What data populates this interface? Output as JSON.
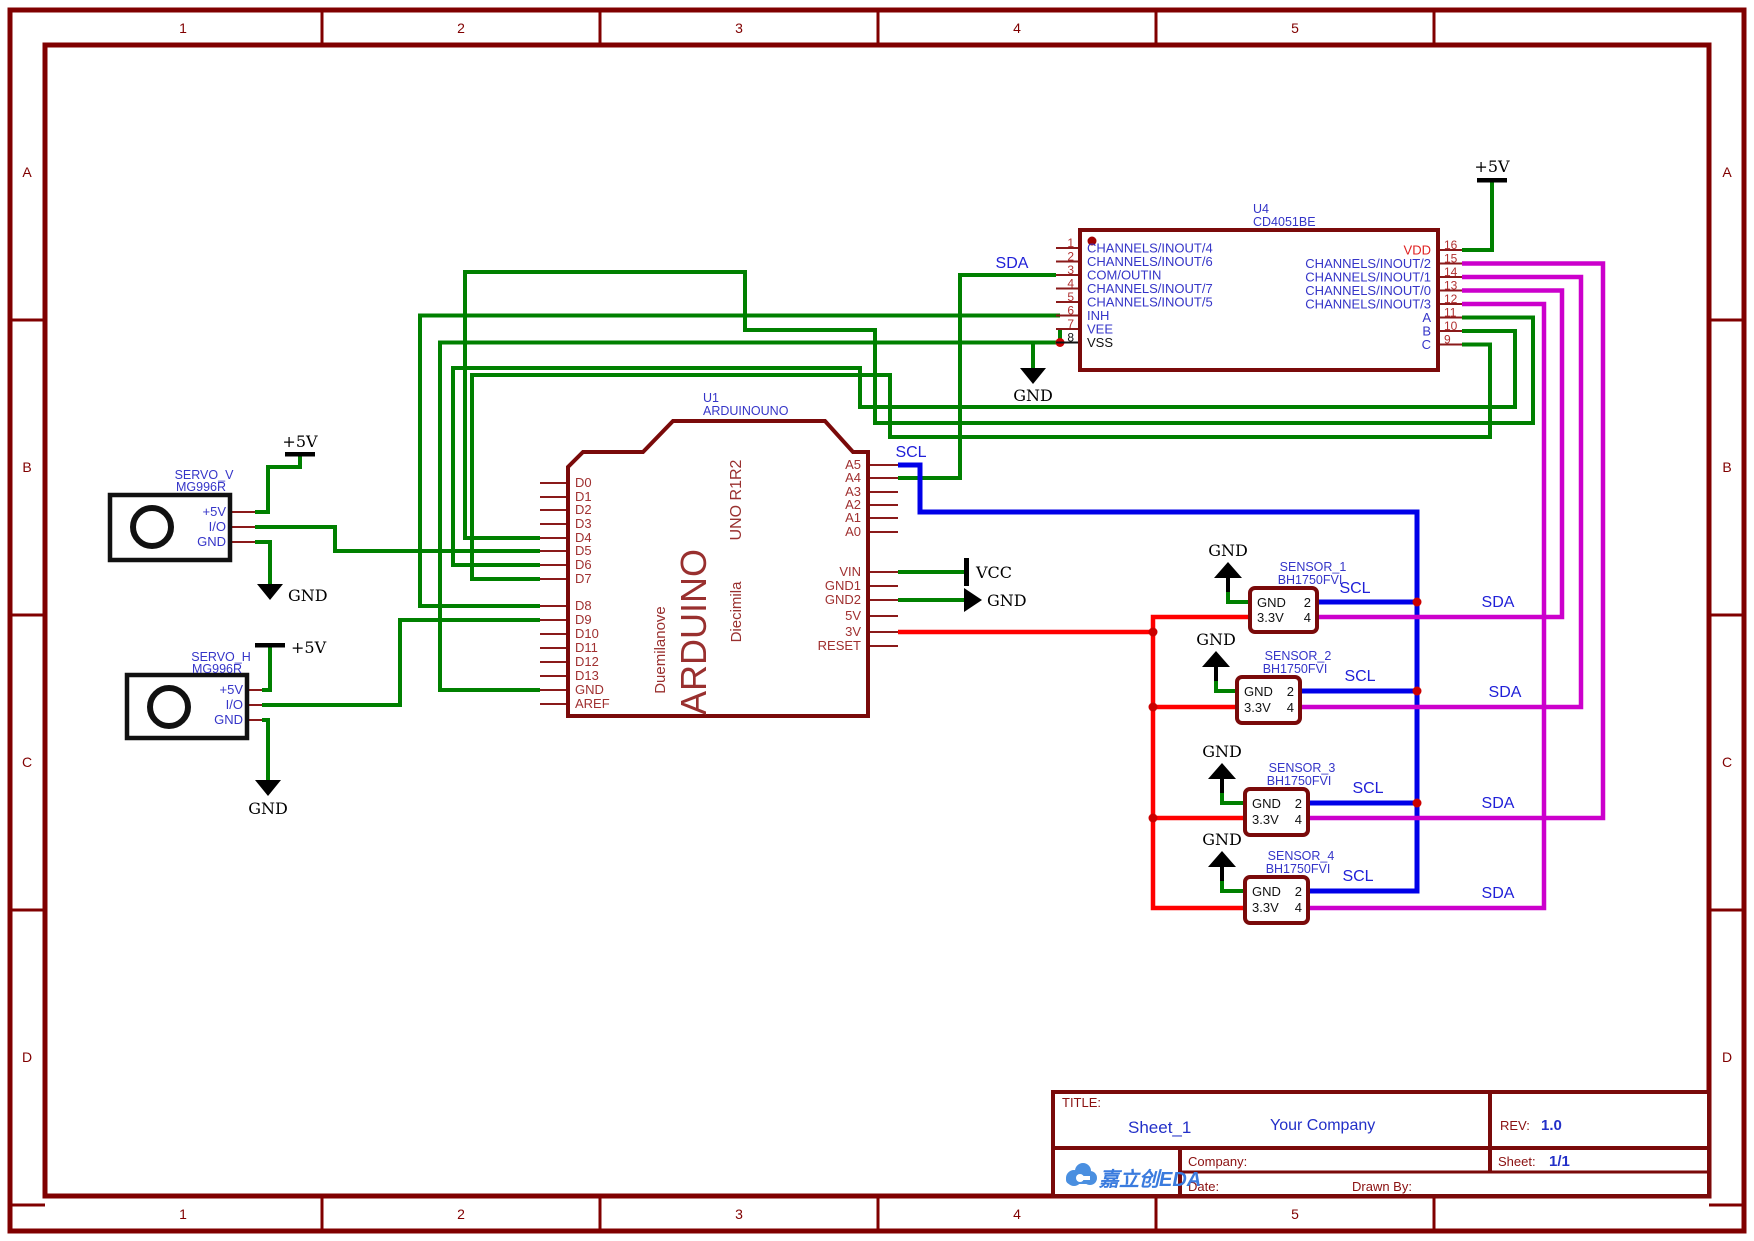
{
  "colors": {
    "frame": "#800000",
    "component_outline": "#7a0a0a",
    "label_blue": "#3535c8",
    "pin_text": "#a03030",
    "wire_green": "#008000",
    "wire_blue": "#0000e8",
    "wire_magenta": "#cc00cc",
    "wire_red": "#ff0000",
    "junction": "#cc0000"
  },
  "sheet": {
    "zone_cols": [
      "1",
      "2",
      "3",
      "4",
      "5"
    ],
    "zone_rows": [
      "A",
      "B",
      "C",
      "D"
    ]
  },
  "u1": {
    "ref": "U1",
    "value": "ARDUINOUNO",
    "brand": "ARDUINO",
    "model_top": "UNO R1R2",
    "model_mid": "Diecimila",
    "model_bottom": "Duemilanove",
    "left_pins": [
      "D0",
      "D1",
      "D2",
      "D3",
      "D4",
      "D5",
      "D6",
      "D7",
      "D8",
      "D9",
      "D10",
      "D11",
      "D12",
      "D13",
      "GND",
      "AREF"
    ],
    "right_pins": [
      "A5",
      "A4",
      "A3",
      "A2",
      "A1",
      "A0",
      "VIN",
      "GND1",
      "GND2",
      "5V",
      "3V",
      "RESET"
    ]
  },
  "u4": {
    "ref": "U4",
    "value": "CD4051BE",
    "left_pins": [
      {
        "num": "1",
        "name": "CHANNELS/INOUT/4"
      },
      {
        "num": "2",
        "name": "CHANNELS/INOUT/6"
      },
      {
        "num": "3",
        "name": "COM/OUTIN"
      },
      {
        "num": "4",
        "name": "CHANNELS/INOUT/7"
      },
      {
        "num": "5",
        "name": "CHANNELS/INOUT/5"
      },
      {
        "num": "6",
        "name": "INH"
      },
      {
        "num": "7",
        "name": "VEE"
      },
      {
        "num": "8",
        "name": "VSS"
      }
    ],
    "right_pins": [
      {
        "num": "16",
        "name": "VDD"
      },
      {
        "num": "15",
        "name": "CHANNELS/INOUT/2"
      },
      {
        "num": "14",
        "name": "CHANNELS/INOUT/1"
      },
      {
        "num": "13",
        "name": "CHANNELS/INOUT/0"
      },
      {
        "num": "12",
        "name": "CHANNELS/INOUT/3"
      },
      {
        "num": "11",
        "name": "A"
      },
      {
        "num": "10",
        "name": "B"
      },
      {
        "num": "9",
        "name": "C"
      }
    ]
  },
  "servos": [
    {
      "ref": "SERVO_V",
      "value": "MG996R",
      "pins": [
        "+5V",
        "I/O",
        "GND"
      ]
    },
    {
      "ref": "SERVO_H",
      "value": "MG996R",
      "pins": [
        "+5V",
        "I/O",
        "GND"
      ]
    }
  ],
  "sensors": [
    {
      "ref": "SENSOR_1",
      "value": "BH1750FVI",
      "row1_left": "GND",
      "row1_right": "2",
      "row2_left": "3.3V",
      "row2_right": "4"
    },
    {
      "ref": "SENSOR_2",
      "value": "BH1750FVI",
      "row1_left": "GND",
      "row1_right": "2",
      "row2_left": "3.3V",
      "row2_right": "4"
    },
    {
      "ref": "SENSOR_3",
      "value": "BH1750FVI",
      "row1_left": "GND",
      "row1_right": "2",
      "row2_left": "3.3V",
      "row2_right": "4"
    },
    {
      "ref": "SENSOR_4",
      "value": "BH1750FVI",
      "row1_left": "GND",
      "row1_right": "2",
      "row2_left": "3.3V",
      "row2_right": "4"
    }
  ],
  "nets": {
    "sda": "SDA",
    "scl": "SCL",
    "gnd": "GND",
    "p5v": "+5V",
    "vcc": "VCC"
  },
  "title_block": {
    "title_label": "TITLE:",
    "title": "Sheet_1",
    "company_name": "Your Company",
    "rev_label": "REV:",
    "rev": "1.0",
    "company_label": "Company:",
    "sheet_label": "Sheet:",
    "sheet": "1/1",
    "date_label": "Date:",
    "drawn_label": "Drawn By:",
    "logo_text": "嘉立创EDA"
  }
}
